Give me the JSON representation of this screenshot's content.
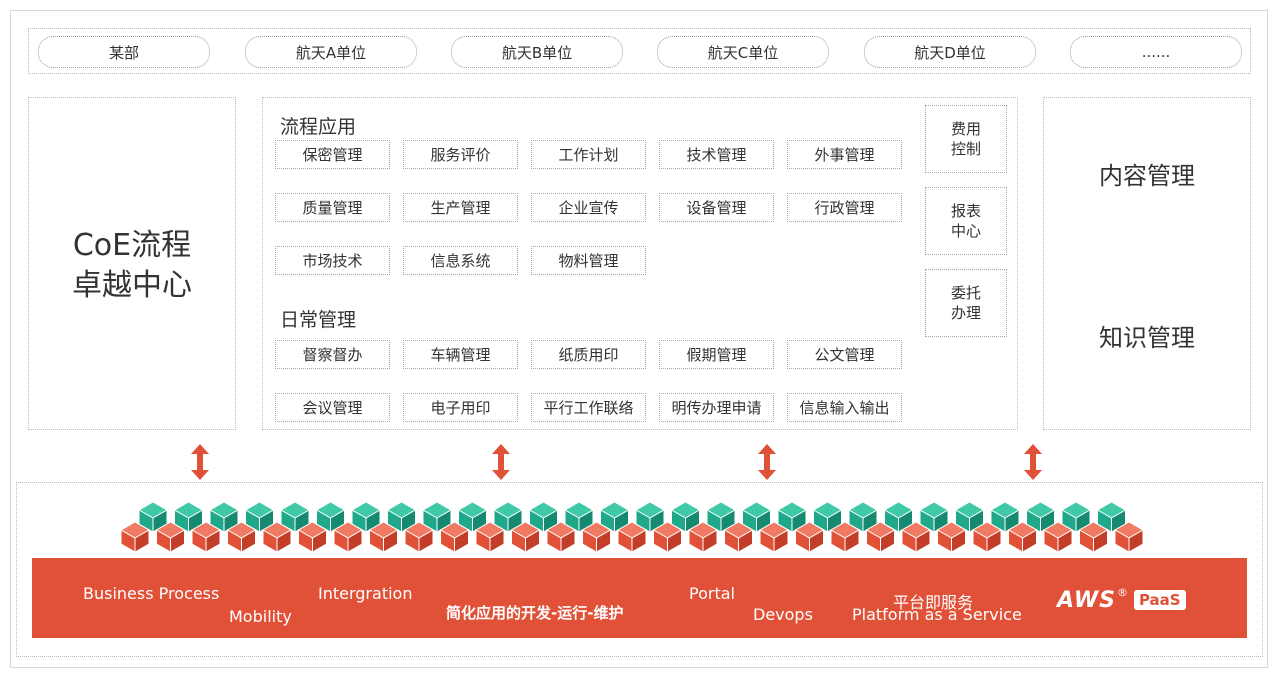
{
  "units": [
    "某部",
    "航天A单位",
    "航天B单位",
    "航天C单位",
    "航天D单位",
    "......"
  ],
  "left_panel": {
    "line1": "CoE流程",
    "line2": "卓越中心"
  },
  "process_apps": {
    "title": "流程应用",
    "rows": [
      [
        "保密管理",
        "服务评价",
        "工作计划",
        "技术管理",
        "外事管理"
      ],
      [
        "质量管理",
        "生产管理",
        "企业宣传",
        "设备管理",
        "行政管理"
      ],
      [
        "市场技术",
        "信息系统",
        "物料管理"
      ]
    ]
  },
  "daily_mgmt": {
    "title": "日常管理",
    "rows": [
      [
        "督察督办",
        "车辆管理",
        "纸质用印",
        "假期管理",
        "公文管理"
      ],
      [
        "会议管理",
        "电子用印",
        "平行工作联络",
        "明传办理申请",
        "信息输入输出"
      ]
    ]
  },
  "side_boxes": [
    "费用\n控制",
    "报表\n中心",
    "委托\n办理"
  ],
  "right_panel": {
    "item1": "内容管理",
    "item2": "知识管理"
  },
  "platform": {
    "business_process": "Business Process",
    "mobility": "Mobility",
    "integration": "Intergration",
    "slogan": "简化应用的开发-运行-维护",
    "portal": "Portal",
    "devops": "Devops",
    "paas_cn": "平台即服务",
    "paas_en": "Platform as a Service",
    "brand": "AWS",
    "brand_mark": "®",
    "brand_tag": "PaaS"
  },
  "colors": {
    "red": "#e05138",
    "green": "#1fa98a",
    "arrow": "#e05138"
  }
}
